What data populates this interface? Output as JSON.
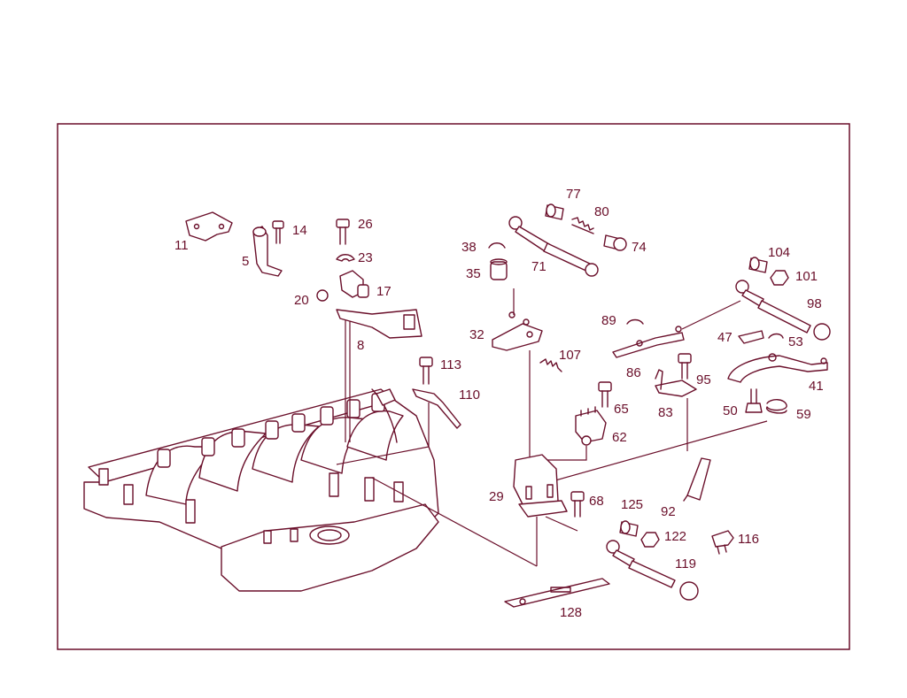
{
  "colors": {
    "ink": "#6a0f2a",
    "background": "#ffffff"
  },
  "labels": [
    {
      "id": "p11",
      "text": "11"
    },
    {
      "id": "p5",
      "text": "5"
    },
    {
      "id": "p14",
      "text": "14"
    },
    {
      "id": "p26",
      "text": "26"
    },
    {
      "id": "p23",
      "text": "23"
    },
    {
      "id": "p17",
      "text": "17"
    },
    {
      "id": "p20",
      "text": "20"
    },
    {
      "id": "p8",
      "text": "8"
    },
    {
      "id": "p113",
      "text": "113"
    },
    {
      "id": "p110",
      "text": "110"
    },
    {
      "id": "p77",
      "text": "77"
    },
    {
      "id": "p80",
      "text": "80"
    },
    {
      "id": "p74",
      "text": "74"
    },
    {
      "id": "p38",
      "text": "38"
    },
    {
      "id": "p71",
      "text": "71"
    },
    {
      "id": "p35",
      "text": "35"
    },
    {
      "id": "p32",
      "text": "32"
    },
    {
      "id": "p107",
      "text": "107"
    },
    {
      "id": "p89",
      "text": "89"
    },
    {
      "id": "p86",
      "text": "86"
    },
    {
      "id": "p95",
      "text": "95"
    },
    {
      "id": "p83",
      "text": "83"
    },
    {
      "id": "p65",
      "text": "65"
    },
    {
      "id": "p62",
      "text": "62"
    },
    {
      "id": "p104",
      "text": "104"
    },
    {
      "id": "p101",
      "text": "101"
    },
    {
      "id": "p98",
      "text": "98"
    },
    {
      "id": "p47",
      "text": "47"
    },
    {
      "id": "p53",
      "text": "53"
    },
    {
      "id": "p41",
      "text": "41"
    },
    {
      "id": "p50",
      "text": "50"
    },
    {
      "id": "p59",
      "text": "59"
    },
    {
      "id": "p29",
      "text": "29"
    },
    {
      "id": "p68",
      "text": "68"
    },
    {
      "id": "p92",
      "text": "92"
    },
    {
      "id": "p125",
      "text": "125"
    },
    {
      "id": "p122",
      "text": "122"
    },
    {
      "id": "p116",
      "text": "116"
    },
    {
      "id": "p119",
      "text": "119"
    },
    {
      "id": "p128",
      "text": "128"
    }
  ]
}
